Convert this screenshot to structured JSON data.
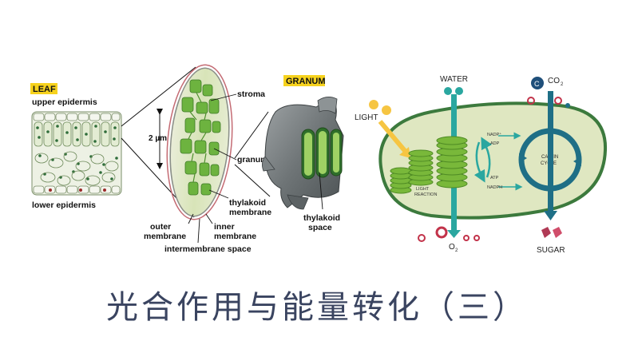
{
  "leaf": {
    "heading": "LEAF",
    "upper": "upper epidermis",
    "lower": "lower epidermis"
  },
  "chloroplast": {
    "scale": "2 µm",
    "stroma": "stroma",
    "granum": "granum",
    "thylakoid_membrane": [
      "thylakoid",
      "membrane"
    ],
    "outer_membrane": [
      "outer",
      "membrane"
    ],
    "inner_membrane": [
      "inner",
      "membrane"
    ],
    "intermembrane": "intermembrane space"
  },
  "granum_detail": {
    "heading": "GRANUM",
    "thylakoid_space": [
      "thylakoid",
      "space"
    ]
  },
  "photosynthesis": {
    "light": "LIGHT",
    "water": "WATER",
    "co2": "CO",
    "co2_sub": "2",
    "light_reaction": [
      "LIGHT",
      "REACTION"
    ],
    "nadp": "NADP⁺",
    "adp": "ADP",
    "atp": "ATP",
    "nadph": "NADPH",
    "calvin": [
      "CALVIN",
      "CYCLE"
    ],
    "o2": "O",
    "o2_sub": "2",
    "sugar": "SUGAR",
    "carbon_atom": "C"
  },
  "title": "光合作用与能量转化（三）",
  "colors": {
    "chloroplast_fill": "#dfe7c1",
    "outline": "#3c7a3d",
    "teal": "#2aa7a0",
    "green": "#79b83a",
    "dark_teal": "#1f6f86",
    "red": "#c2334a",
    "title": "#3a4460"
  }
}
